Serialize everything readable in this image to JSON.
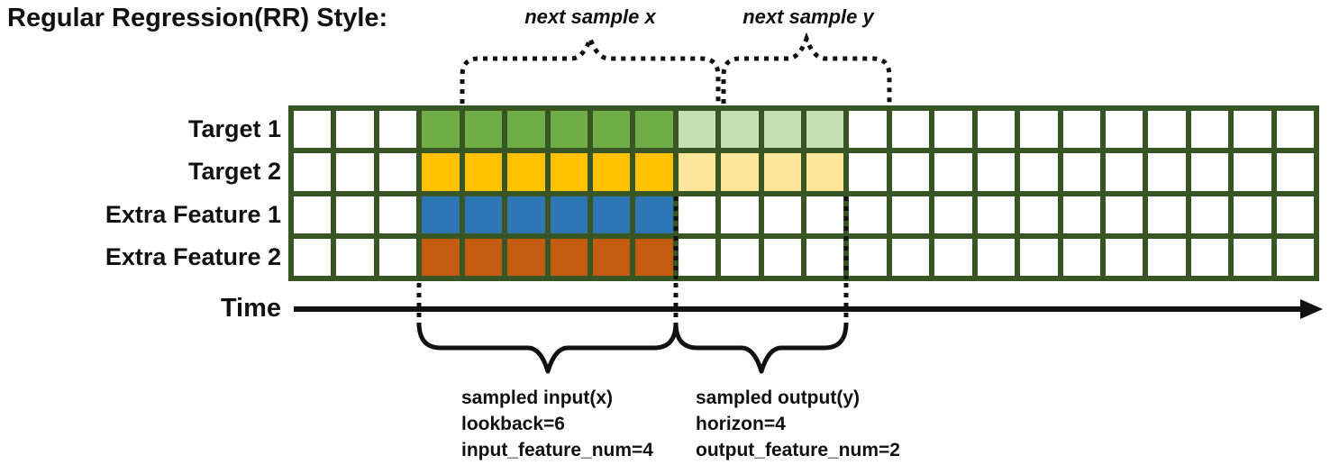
{
  "title": "Regular Regression(RR) Style:",
  "grid": {
    "columns": 24,
    "lead_empty_cols": 3,
    "lookback": 6,
    "horizon": 4,
    "rows": [
      {
        "label": "Target 1",
        "input_color": "#70AD47",
        "output_color": "#C6E0B4"
      },
      {
        "label": "Target 2",
        "input_color": "#FFC000",
        "output_color": "#FFE699"
      },
      {
        "label": "Extra Feature 1",
        "input_color": "#2E75B6",
        "output_color": null
      },
      {
        "label": "Extra Feature 2",
        "input_color": "#C55A11",
        "output_color": null
      }
    ]
  },
  "colors": {
    "grid_line": "#375623",
    "cell_empty": "#FFFFFF",
    "annotation": "#111111"
  },
  "annotations": {
    "next_sample_x": "next sample x",
    "next_sample_y": "next sample y",
    "time_label": "Time",
    "input_block": [
      "sampled input(x)",
      "lookback=6",
      "input_feature_num=4"
    ],
    "output_block": [
      "sampled output(y)",
      "horizon=4",
      "output_feature_num=2"
    ]
  }
}
